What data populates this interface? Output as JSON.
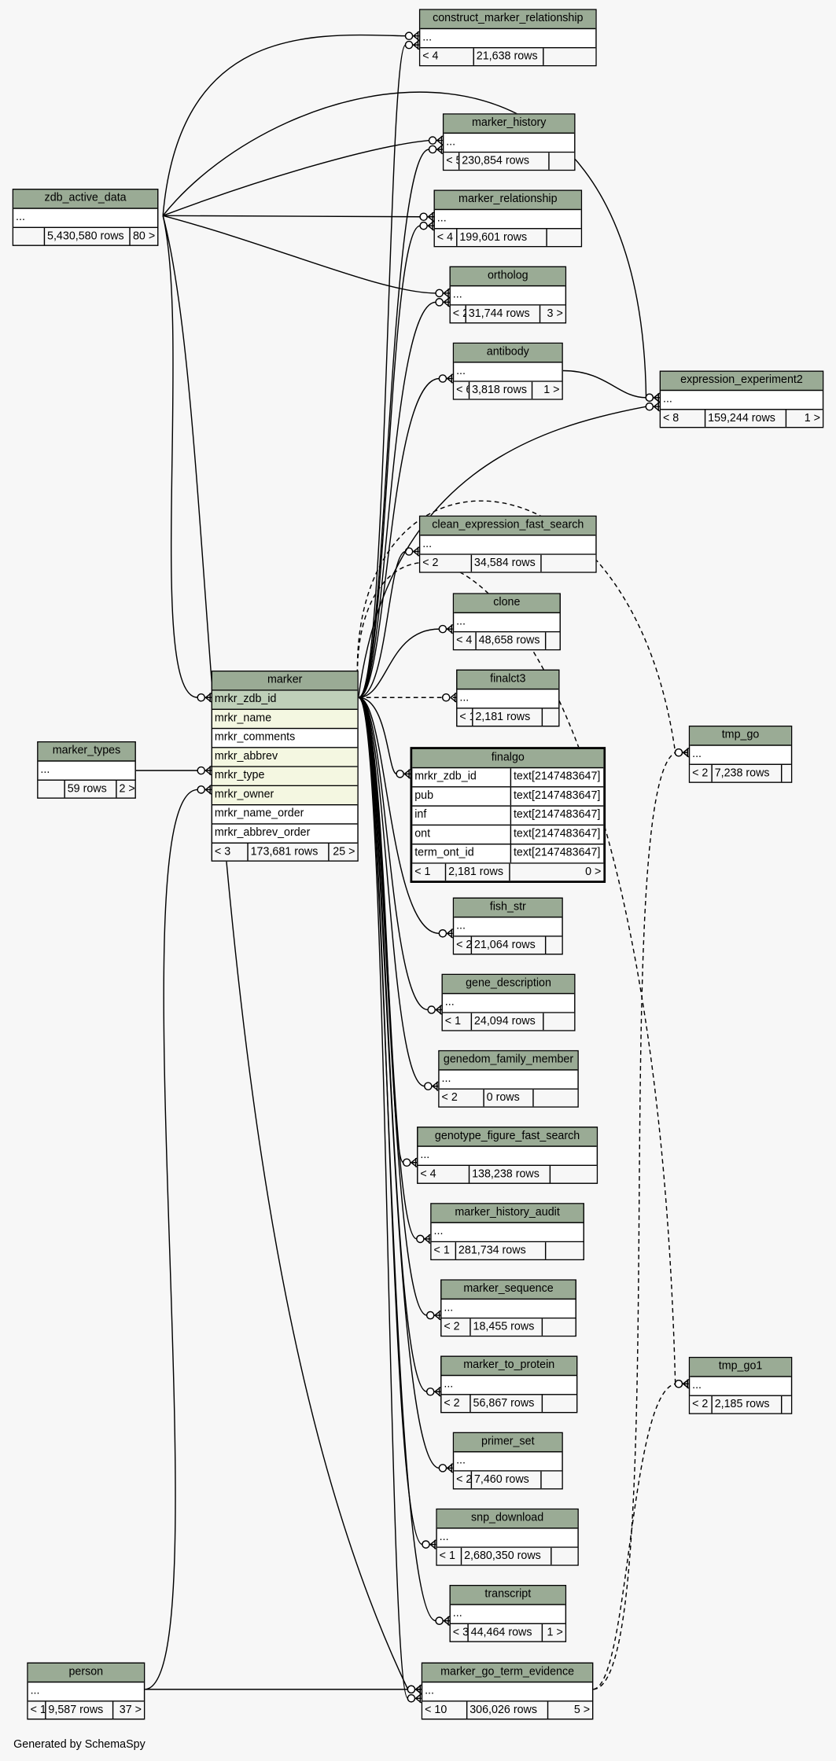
{
  "footer": "Generated by SchemaSpy",
  "colors": {
    "header": "#9aab95",
    "primary_key": "#bfd0b9",
    "indexed": "#f4f7e1",
    "background": "#f7f7f7"
  },
  "tables": [
    {
      "name": "construct_marker_relationship",
      "rows": [
        "..."
      ],
      "footer": [
        "< 4",
        "21,638 rows",
        ""
      ]
    },
    {
      "name": "marker_history",
      "rows": [
        "..."
      ],
      "footer": [
        "< 5",
        "230,854 rows",
        ""
      ]
    },
    {
      "name": "zdb_active_data",
      "rows": [
        "..."
      ],
      "footer": [
        "",
        "5,430,580 rows",
        "80 >"
      ]
    },
    {
      "name": "marker_relationship",
      "rows": [
        "..."
      ],
      "footer": [
        "< 4",
        "199,601 rows",
        ""
      ]
    },
    {
      "name": "ortholog",
      "rows": [
        "..."
      ],
      "footer": [
        "< 2",
        "31,744 rows",
        "3 >"
      ]
    },
    {
      "name": "antibody",
      "rows": [
        "..."
      ],
      "footer": [
        "< 6",
        "3,818 rows",
        "1 >"
      ]
    },
    {
      "name": "expression_experiment2",
      "rows": [
        "..."
      ],
      "footer": [
        "< 8",
        "159,244 rows",
        "1 >"
      ]
    },
    {
      "name": "clean_expression_fast_search",
      "rows": [
        "..."
      ],
      "footer": [
        "< 2",
        "34,584 rows",
        ""
      ]
    },
    {
      "name": "clone",
      "rows": [
        "..."
      ],
      "footer": [
        "< 4",
        "48,658 rows",
        ""
      ]
    },
    {
      "name": "finalct3",
      "rows": [
        "..."
      ],
      "footer": [
        "< 1",
        "2,181 rows",
        ""
      ]
    },
    {
      "name": "marker",
      "rows": [
        {
          "col": "mrkr_zdb_id",
          "kind": "pk"
        },
        {
          "col": "mrkr_name",
          "kind": "idx"
        },
        {
          "col": "mrkr_comments",
          "kind": ""
        },
        {
          "col": "mrkr_abbrev",
          "kind": "idx"
        },
        {
          "col": "mrkr_type",
          "kind": "idx"
        },
        {
          "col": "mrkr_owner",
          "kind": "idx"
        },
        {
          "col": "mrkr_name_order",
          "kind": ""
        },
        {
          "col": "mrkr_abbrev_order",
          "kind": ""
        }
      ],
      "footer": [
        "< 3",
        "173,681 rows",
        "25 >"
      ]
    },
    {
      "name": "marker_types",
      "rows": [
        "..."
      ],
      "footer": [
        "",
        "59 rows",
        "2 >"
      ]
    },
    {
      "name": "finalgo",
      "focus": true,
      "rows": [
        {
          "col": "mrkr_zdb_id",
          "type": "text[2147483647]"
        },
        {
          "col": "pub",
          "type": "text[2147483647]"
        },
        {
          "col": "inf",
          "type": "text[2147483647]"
        },
        {
          "col": "ont",
          "type": "text[2147483647]"
        },
        {
          "col": "term_ont_id",
          "type": "text[2147483647]"
        }
      ],
      "footer": [
        "< 1",
        "2,181 rows",
        "0 >"
      ]
    },
    {
      "name": "tmp_go",
      "rows": [
        "..."
      ],
      "footer": [
        "< 2",
        "7,238 rows",
        ""
      ]
    },
    {
      "name": "fish_str",
      "rows": [
        "..."
      ],
      "footer": [
        "< 2",
        "21,064 rows",
        ""
      ]
    },
    {
      "name": "gene_description",
      "rows": [
        "..."
      ],
      "footer": [
        "< 1",
        "24,094 rows",
        ""
      ]
    },
    {
      "name": "genedom_family_member",
      "rows": [
        "..."
      ],
      "footer": [
        "< 2",
        "0 rows",
        ""
      ]
    },
    {
      "name": "genotype_figure_fast_search",
      "rows": [
        "..."
      ],
      "footer": [
        "< 4",
        "138,238 rows",
        ""
      ]
    },
    {
      "name": "marker_history_audit",
      "rows": [
        "..."
      ],
      "footer": [
        "< 1",
        "281,734 rows",
        ""
      ]
    },
    {
      "name": "marker_sequence",
      "rows": [
        "..."
      ],
      "footer": [
        "< 2",
        "18,455 rows",
        ""
      ]
    },
    {
      "name": "marker_to_protein",
      "rows": [
        "..."
      ],
      "footer": [
        "< 2",
        "56,867 rows",
        ""
      ]
    },
    {
      "name": "tmp_go1",
      "rows": [
        "..."
      ],
      "footer": [
        "< 2",
        "2,185 rows",
        ""
      ]
    },
    {
      "name": "primer_set",
      "rows": [
        "..."
      ],
      "footer": [
        "< 2",
        "7,460 rows",
        ""
      ]
    },
    {
      "name": "snp_download",
      "rows": [
        "..."
      ],
      "footer": [
        "< 1",
        "2,680,350 rows",
        ""
      ]
    },
    {
      "name": "transcript",
      "rows": [
        "..."
      ],
      "footer": [
        "< 3",
        "44,464 rows",
        "1 >"
      ]
    },
    {
      "name": "marker_go_term_evidence",
      "rows": [
        "..."
      ],
      "footer": [
        "< 10",
        "306,026 rows",
        "5 >"
      ]
    },
    {
      "name": "person",
      "rows": [
        "..."
      ],
      "footer": [
        "< 1",
        "9,587 rows",
        "37 >"
      ]
    }
  ]
}
